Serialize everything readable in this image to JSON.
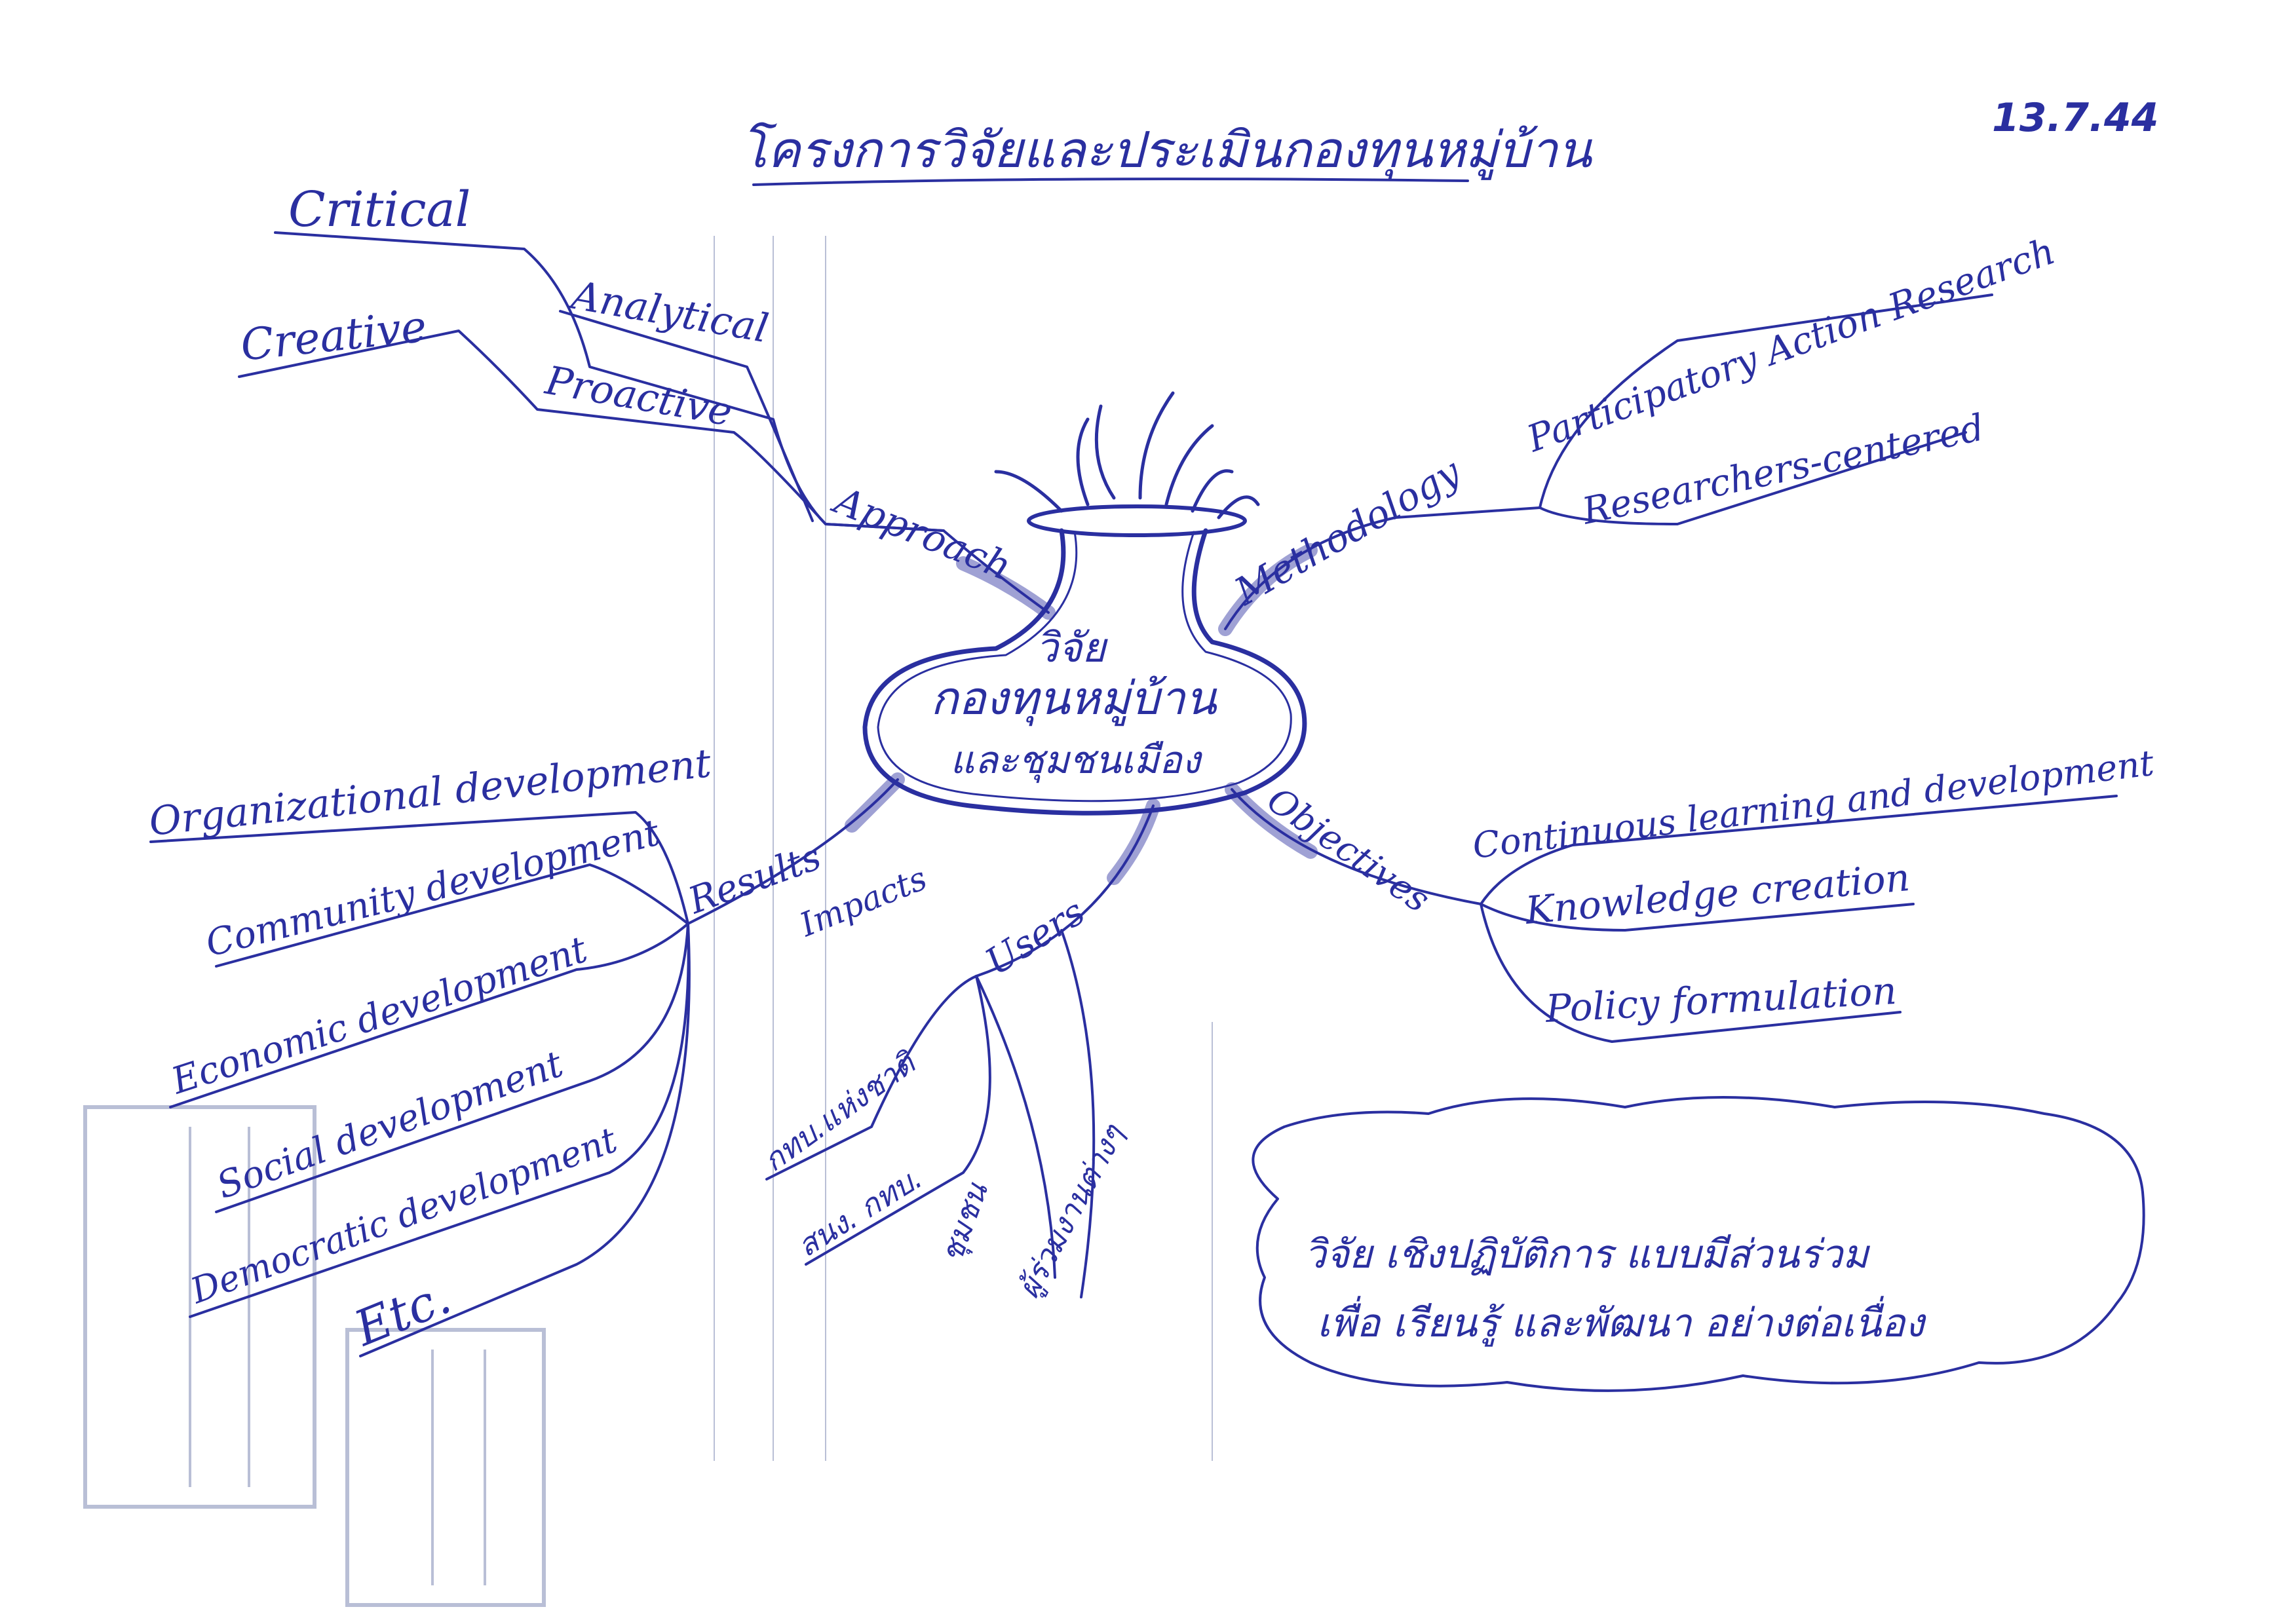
{
  "header": {
    "title": "โครงการวิจัยและประเมินกองทุนหมู่บ้าน",
    "date": "13.7.44"
  },
  "center": {
    "line1": "วิจัย",
    "line2": "กองทุนหมู่บ้าน",
    "line3": "และชุมชนเมือง"
  },
  "branches": {
    "approach": {
      "label": "Approach",
      "items": [
        "Critical",
        "Analytical",
        "Creative",
        "Proactive"
      ]
    },
    "methodology": {
      "label": "Methodology",
      "items": [
        "Participatory Action Research",
        "Researchers-centered"
      ]
    },
    "objectives": {
      "label": "Objectives",
      "items": [
        "Continuous learning and development",
        "Knowledge creation",
        "Policy formulation"
      ]
    },
    "results": {
      "label": "Results",
      "label2": "Impacts",
      "items": [
        "Organizational development",
        "Community development",
        "Economic development",
        "Social development",
        "Democratic development",
        "Etc."
      ]
    },
    "users": {
      "label": "Users",
      "items": [
        "กทบ.แห่งชาติ",
        "สนง. กทบ.",
        "ชุมชน",
        "ผู้ร่วมงานต่างๆ"
      ]
    }
  },
  "note": {
    "line1": "วิจัย  เชิงปฏิบัติการ  แบบมีส่วนร่วม",
    "line2": "เพื่อ  เรียนรู้  และพัฒนา  อย่างต่อเนื่อง"
  },
  "colors": {
    "ink": "#2a2fa0",
    "paper": "#ffffff",
    "stamp": "#b9bfd6"
  }
}
